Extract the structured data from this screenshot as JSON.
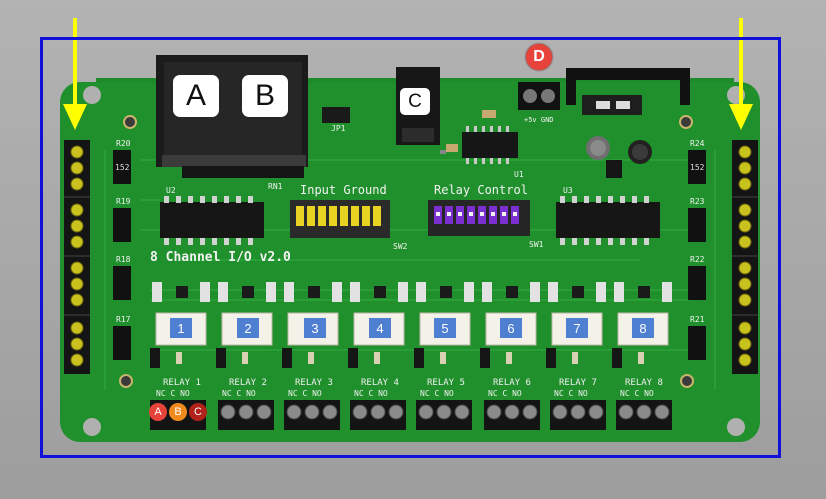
{
  "photo": {
    "subject": "8 Channel I/O v2.0 circuit board",
    "board_title": "8 Channel I/O v2.0",
    "silkscreen": {
      "input_ground": "Input Ground",
      "relay_control": "Relay Control",
      "rn1": "RN1",
      "u1": "U1",
      "u2": "U2",
      "u3": "U3",
      "sw1": "SW1",
      "sw2": "SW2",
      "jp1": "JP1",
      "power": "+5v  GND",
      "r_left": [
        "R20",
        "R19",
        "R18",
        "R17"
      ],
      "r_right": [
        "R24",
        "R23",
        "R22",
        "R21"
      ],
      "resistor_value": "152"
    },
    "callouts": {
      "a": "A",
      "b": "B",
      "c": "C",
      "d": "D"
    },
    "channels": [
      "1",
      "2",
      "3",
      "4",
      "5",
      "6",
      "7",
      "8"
    ],
    "relays": [
      "RELAY 1",
      "RELAY 2",
      "RELAY 3",
      "RELAY 4",
      "RELAY 5",
      "RELAY 6",
      "RELAY 7",
      "RELAY 8"
    ],
    "relay_pins": "NC  C  NO",
    "relay1_terminals": [
      "A",
      "B",
      "C"
    ],
    "colors": {
      "pcb": "#1e8a2a",
      "frame": "#1010d8",
      "arrow": "#ffff00",
      "channel_badge": "#4f7fd0",
      "badge_red": "#e8433a",
      "badge_orange": "#f08a1c",
      "badge_darkred": "#b0221a"
    }
  }
}
